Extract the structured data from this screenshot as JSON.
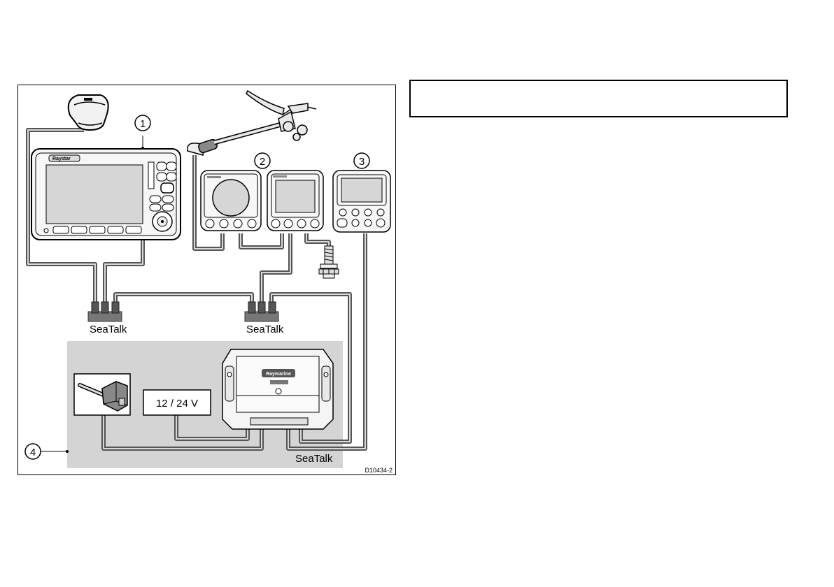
{
  "diagram": {
    "callouts": [
      "1",
      "2",
      "3",
      "4"
    ],
    "seatalk_labels": [
      "SeaTalk",
      "SeaTalk",
      "SeaTalk"
    ],
    "power_supply_label": "12 / 24 V",
    "chartplotter_brand": "Raystar",
    "course_computer_brand": "Raymarine",
    "figure_id": "D10434-2"
  },
  "caption_box": {
    "text": ""
  }
}
